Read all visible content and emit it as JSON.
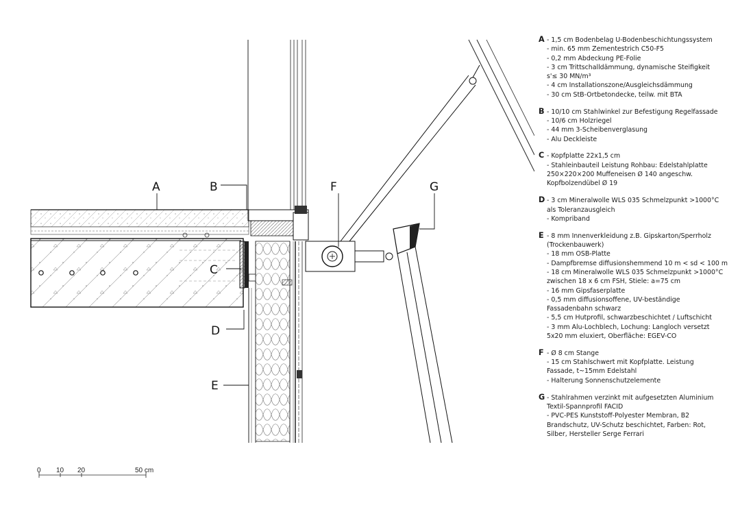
{
  "callouts": {
    "A": "A",
    "B": "B",
    "C": "C",
    "D": "D",
    "E": "E",
    "F": "F",
    "G": "G"
  },
  "scale": {
    "t0": "0",
    "t10": "10",
    "t20": "20",
    "t50": "50 cm"
  },
  "legend": {
    "A": {
      "letter": "A",
      "lines": [
        {
          "t": "1,5 cm Bodenbelag U-Bodenbeschichtungssystem",
          "k": "first"
        },
        {
          "t": "min. 65 mm Zementestrich C50-F5",
          "k": "sub"
        },
        {
          "t": "0,2 mm Abdeckung PE-Folie",
          "k": "sub"
        },
        {
          "t": "3 cm Trittschalldämmung, dynamische Steifigkeit",
          "k": "sub"
        },
        {
          "t": "s'≤ 30 MN/m³",
          "k": "cont"
        },
        {
          "t": "4 cm Installationszone/Ausgleichsdämmung",
          "k": "sub"
        },
        {
          "t": "30 cm StB-Ortbetondecke, teilw. mit BTA",
          "k": "sub"
        }
      ]
    },
    "B": {
      "letter": "B",
      "lines": [
        {
          "t": "10/10 cm Stahlwinkel zur Befestigung Regelfassade",
          "k": "first"
        },
        {
          "t": "10/6 cm Holzriegel",
          "k": "sub"
        },
        {
          "t": "44 mm 3-Scheibenverglasung",
          "k": "sub"
        },
        {
          "t": "Alu Deckleiste",
          "k": "sub"
        }
      ]
    },
    "C": {
      "letter": "C",
      "lines": [
        {
          "t": "Kopfplatte 22x1,5 cm",
          "k": "first"
        },
        {
          "t": "Stahleinbauteil Leistung Rohbau: Edelstahlplatte",
          "k": "sub"
        },
        {
          "t": "250×220×200 Muffeneisen Ø 140 angeschw.",
          "k": "cont"
        },
        {
          "t": "Kopfbolzendübel Ø 19",
          "k": "cont"
        }
      ]
    },
    "D": {
      "letter": "D",
      "lines": [
        {
          "t": "3 cm Mineralwolle WLS 035 Schmelzpunkt >1000°C",
          "k": "first"
        },
        {
          "t": "als Toleranzausgleich",
          "k": "cont"
        },
        {
          "t": "Kompriband",
          "k": "sub"
        }
      ]
    },
    "E": {
      "letter": "E",
      "lines": [
        {
          "t": "8 mm Innenverkleidung z.B. Gipskarton/Sperrholz",
          "k": "first"
        },
        {
          "t": "(Trockenbauwerk)",
          "k": "cont"
        },
        {
          "t": "18 mm OSB-Platte",
          "k": "sub"
        },
        {
          "t": "Dampfbremse diffusionshemmend 10 m < sd < 100 m",
          "k": "sub"
        },
        {
          "t": "18 cm Mineralwolle WLS 035 Schmelzpunkt >1000°C",
          "k": "sub"
        },
        {
          "t": "zwischen 18 x 6 cm FSH, Stiele: a=75 cm",
          "k": "cont"
        },
        {
          "t": "16 mm Gipsfaserplatte",
          "k": "sub"
        },
        {
          "t": "0,5 mm diffusionsoffene, UV-beständige",
          "k": "sub"
        },
        {
          "t": "Fassadenbahn schwarz",
          "k": "cont"
        },
        {
          "t": "5,5 cm Hutprofil, schwarzbeschichtet / Luftschicht",
          "k": "sub"
        },
        {
          "t": "3 mm Alu-Lochblech, Lochung: Langloch versetzt",
          "k": "sub"
        },
        {
          "t": "5x20 mm eluxiert, Oberfläche: EGEV-CO",
          "k": "cont"
        }
      ]
    },
    "F": {
      "letter": "F",
      "lines": [
        {
          "t": "Ø 8 cm Stange",
          "k": "first"
        },
        {
          "t": "15 cm Stahlschwert mit Kopfplatte. Leistung",
          "k": "sub"
        },
        {
          "t": "Fassade, t~15mm Edelstahl",
          "k": "cont"
        },
        {
          "t": "Halterung Sonnenschutzelemente",
          "k": "sub"
        }
      ]
    },
    "G": {
      "letter": "G",
      "lines": [
        {
          "t": "Stahlrahmen verzinkt mit aufgesetzten Aluminium",
          "k": "first"
        },
        {
          "t": "Textil-Spannprofil FACID",
          "k": "cont"
        },
        {
          "t": "PVC-PES Kunststoff-Polyester Membran, B2",
          "k": "sub"
        },
        {
          "t": "Brandschutz, UV-Schutz beschichtet, Farben: Rot,",
          "k": "cont"
        },
        {
          "t": "Silber, Hersteller Serge Ferrari",
          "k": "cont"
        }
      ]
    }
  }
}
